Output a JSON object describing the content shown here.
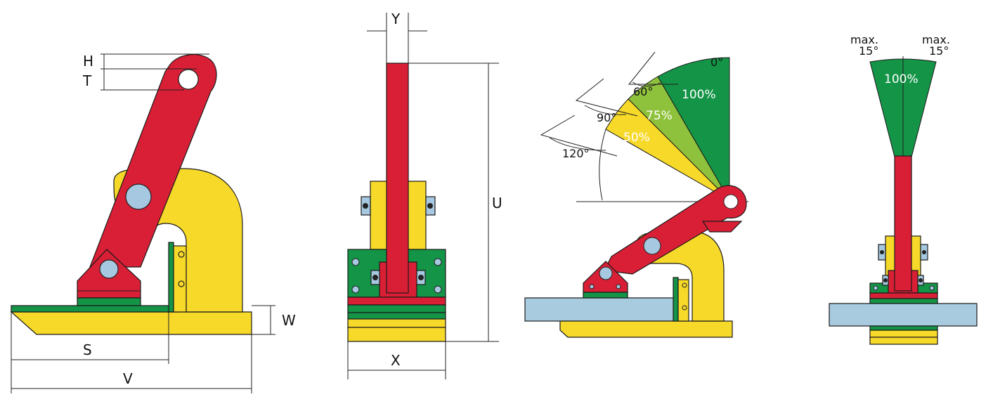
{
  "colors": {
    "red": "#d91f35",
    "yellow": "#f7d92a",
    "green": "#149447",
    "light_green": "#8fc23c",
    "steel_blue": "#a9cbe0",
    "pin_blue": "#a6c8e0"
  },
  "dimensions": {
    "H": "H",
    "T": "T",
    "S": "S",
    "V": "V",
    "W": "W",
    "Y": "Y",
    "U": "U",
    "X": "X"
  },
  "angle_view": {
    "angle_0": "0°",
    "angle_60": "60°",
    "angle_90": "90°",
    "angle_120": "120°",
    "load_100": "100%",
    "load_75": "75%",
    "load_50": "50%"
  },
  "tilt_view": {
    "max_left_a": "max.",
    "max_left_b": "15°",
    "max_right_a": "max.",
    "max_right_b": "15°",
    "load_100": "100%"
  }
}
